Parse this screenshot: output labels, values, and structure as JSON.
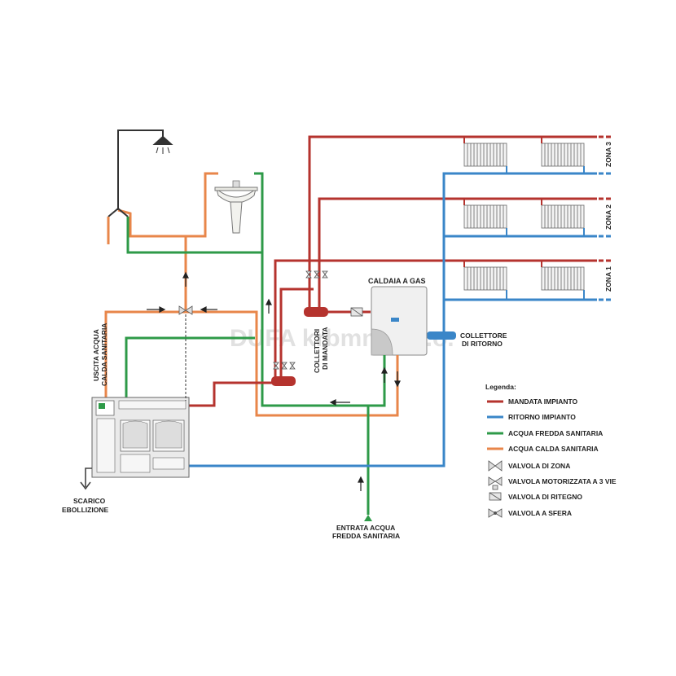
{
  "colors": {
    "mandata": "#b5332e",
    "ritorno": "#3a86c8",
    "fredda": "#2e9a48",
    "calda": "#e8864a",
    "shower": "#333333"
  },
  "labels": {
    "caldaia": "CALDAIA A GAS",
    "collettori_1": "COLLETTORI",
    "collettori_2": "DI MANDATA",
    "collettore_rit_1": "COLLETTORE",
    "collettore_rit_2": "DI RITORNO",
    "uscita_1": "USCITA ACQUA",
    "uscita_2": "CALDA SANITARIA",
    "scarico_1": "SCARICO",
    "scarico_2": "EBOLLIZIONE",
    "entrata_1": "ENTRATA ACQUA",
    "entrata_2": "FREDDA SANITARIA",
    "zona3": "ZONA 3",
    "zona2": "ZONA 2",
    "zona1": "ZONA 1",
    "watermark": "DUFA krbmna s.r.o."
  },
  "legend": {
    "title": "Legenda:",
    "items": [
      {
        "label": "MANDATA IMPIANTO",
        "kind": "line",
        "color": "#b5332e"
      },
      {
        "label": "RITORNO IMPIANTO",
        "kind": "line",
        "color": "#3a86c8"
      },
      {
        "label": "ACQUA FREDDA SANITARIA",
        "kind": "line",
        "color": "#2e9a48"
      },
      {
        "label": "ACQUA CALDA SANITARIA",
        "kind": "line",
        "color": "#e8864a"
      },
      {
        "label": "VALVOLA DI ZONA",
        "kind": "valve-zone-icon"
      },
      {
        "label": "VALVOLA MOTORIZZATA A 3 VIE",
        "kind": "valve-3way-icon"
      },
      {
        "label": "VALVOLA DI RITEGNO",
        "kind": "check-valve-icon"
      },
      {
        "label": "VALVOLA A SFERA",
        "kind": "ball-valve-icon"
      }
    ]
  }
}
